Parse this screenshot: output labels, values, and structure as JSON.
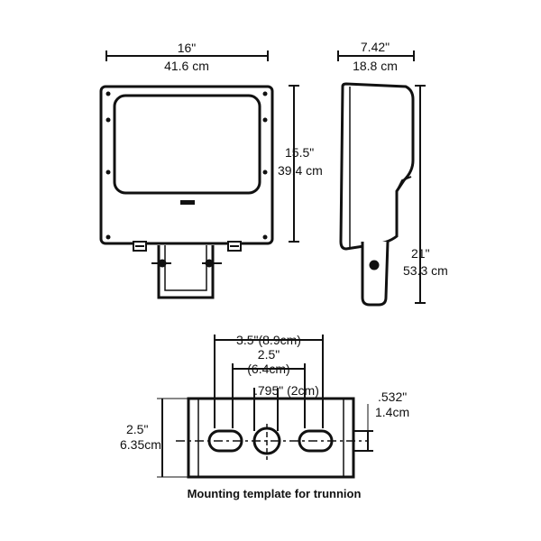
{
  "front_view": {
    "width_in": "16\"",
    "width_cm": "41.6 cm",
    "height_in": "15.5\"",
    "height_cm": "39.4 cm"
  },
  "side_view": {
    "depth_in": "7.42\"",
    "depth_cm": "18.8 cm",
    "total_height_in": "21\"",
    "total_height_cm": "53.3 cm"
  },
  "mounting_template": {
    "outer_spacing": "3.5\"(8.9cm)",
    "inner_spacing_in": "2.5\"",
    "inner_spacing_cm": "(6.4cm)",
    "center_hole": ".795\" (2cm)",
    "slot_width_in": ".532\"",
    "slot_width_cm": "1.4cm",
    "height_in": "2.5\"",
    "height_cm": "6.35cm",
    "caption": "Mounting template for trunnion"
  }
}
